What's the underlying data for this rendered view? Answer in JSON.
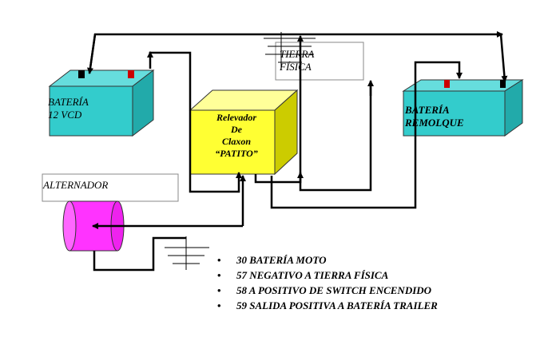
{
  "labels": {
    "ground_line1": "TIERRA",
    "ground_line2": "FÍSICA",
    "battery_line1": "BATERÍA",
    "battery_line2": "12 VCD",
    "trailer_line1": "BATERÍA",
    "trailer_line2": "REMOLQUE",
    "alternator": "ALTERNADOR",
    "relay_line1": "Relevador",
    "relay_line2": "De",
    "relay_line3": "Claxon",
    "relay_line4": "“PATITO”"
  },
  "legend": [
    "30 BATERÍA MOTO",
    "57 NEGATIVO A TIERRA FÍSICA",
    "58 A POSITIVO DE SWITCH ENCENDIDO",
    "59 SALIDA POSITIVA A BATERÍA TRAILER"
  ],
  "legend_bullet": "•",
  "colors": {
    "battery": "#33cccc",
    "relay": "#ffff33",
    "alternator": "#ff33ff",
    "terminal_positive": "#cc0000",
    "terminal_negative": "#000000"
  }
}
